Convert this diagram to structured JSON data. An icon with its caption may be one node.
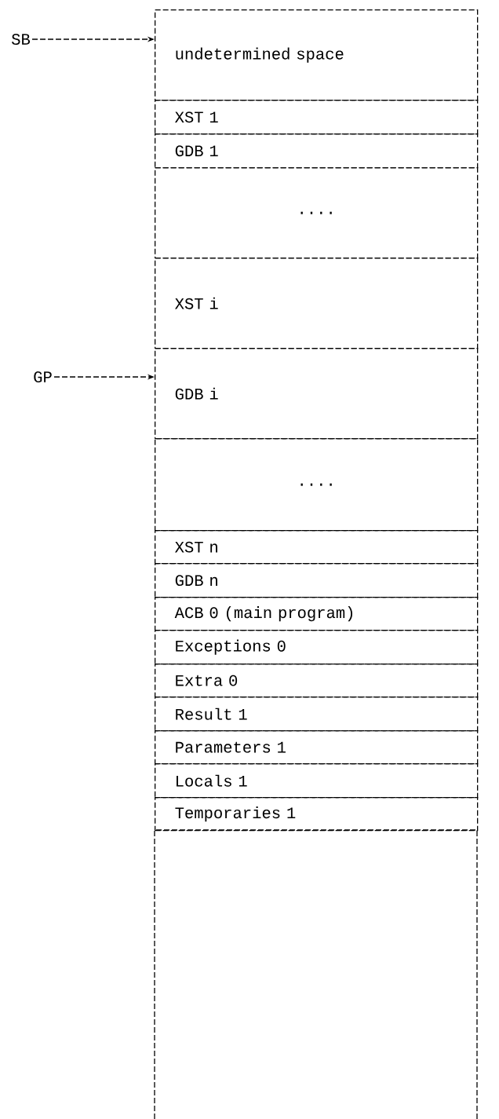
{
  "diagram": {
    "nodes": [
      {
        "text": [
          "SB"
        ]
      },
      {
        "text": [
          "undetermined space"
        ]
      },
      {
        "text": [
          "XST 1"
        ]
      },
      {
        "text": [
          "GDB 1"
        ]
      },
      {
        "text": [
          "...."
        ]
      },
      {
        "text": [
          "XST i"
        ]
      },
      {
        "text": [
          "GP"
        ]
      },
      {
        "text": [
          "GDB i"
        ]
      },
      {
        "text": [
          "...."
        ]
      },
      {
        "text": [
          "XST n"
        ]
      },
      {
        "text": [
          "GDB n"
        ]
      },
      {
        "text": [
          "ACB 0 (main program)"
        ]
      },
      {
        "text": [
          "Exceptions 0"
        ]
      },
      {
        "text": [
          "Extra 0"
        ]
      },
      {
        "text": [
          "Result 1"
        ]
      },
      {
        "text": [
          "Parameters 1"
        ]
      },
      {
        "text": [
          "Locals 1"
        ]
      },
      {
        "text": [
          "Temporaries 1"
        ]
      },
      {
        "text": [],
        "shape": "box"
      }
    ],
    "edges": [
      {
        "from": 0,
        "to": 1,
        "arrow": "to",
        "style": "dashed"
      },
      {
        "from": 6,
        "to": 7,
        "arrow": "to",
        "style": "dashed"
      }
    ]
  }
}
